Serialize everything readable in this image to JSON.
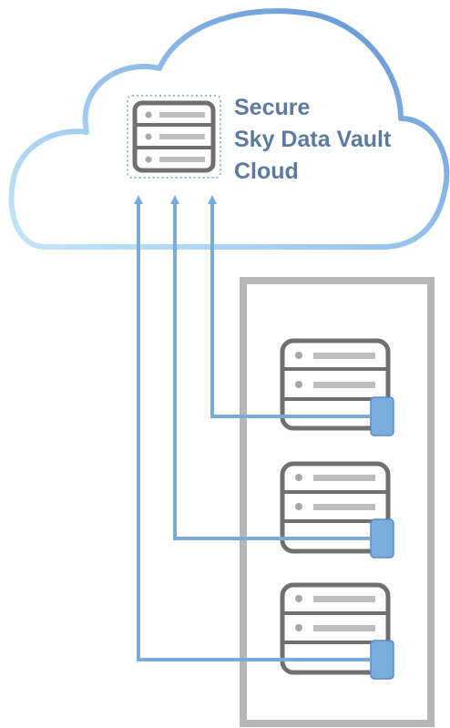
{
  "cloud": {
    "title_lines": [
      "Secure",
      "Sky Data Vault",
      "Cloud"
    ]
  },
  "colors": {
    "cloud_stroke_dark": "#5e8fd0",
    "cloud_stroke_light": "#c5e6fb",
    "title_text": "#5a7aa0",
    "arrow": "#7aa9db",
    "connector": "#7aace0",
    "server_outline": "#707070",
    "server_slot": "#bdbdbd",
    "rack_frame": "#b7b7b7"
  },
  "icons": {
    "cloud": "cloud-icon",
    "cloud_server": "cloud-server-icon",
    "server": "server-icon",
    "rack": "server-rack-frame"
  },
  "servers": [
    {
      "id": "server-1"
    },
    {
      "id": "server-2"
    },
    {
      "id": "server-3"
    }
  ]
}
